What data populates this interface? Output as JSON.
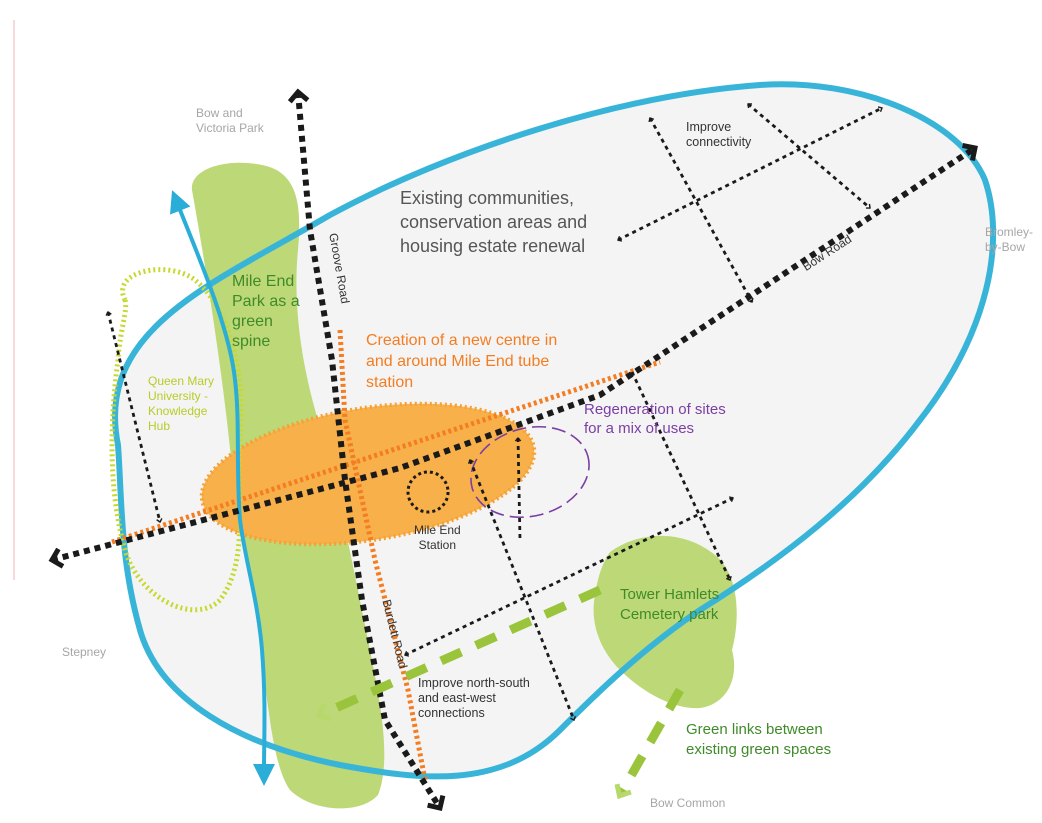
{
  "places": {
    "bow_victoria": "Bow and\nVictoria Park",
    "bromley": "Bromley-\nby-Bow",
    "stepney": "Stepney",
    "bow_common": "Bow Common"
  },
  "roads": {
    "groove": "Groove Road",
    "bow": "Bow Road",
    "burdett": "Burdett Road"
  },
  "labels": {
    "existing": "Existing communities,\nconservation areas and\nhousing estate renewal",
    "improve_connectivity": "Improve\nconnectivity",
    "mile_end_park": "Mile End\nPark as a\ngreen\nspine",
    "queen_mary": "Queen Mary\nUniversity -\nKnowledge\nHub",
    "new_centre": "Creation of a new centre in\nand around Mile End tube\nstation",
    "regeneration": "Regeneration of sites\nfor a mix of uses",
    "station": "Mile End\nStation",
    "tower_hamlets": "Tower Hamlets\nCemetery park",
    "improve_ns": "Improve north-south\nand east-west\nconnections",
    "green_links": "Green links between\nexisting green spaces"
  },
  "colors": {
    "study_area_outline": "#39b4d9",
    "study_area_fill": "#f4f4f5",
    "green_space": "#bdd877",
    "new_centre": "#f7b04a",
    "orange_route": "#f47d21",
    "university_outline": "#c7d82e",
    "regeneration_outline": "#7b3fa3",
    "roads": "#1a1a1a",
    "green_links": "#9ac43c"
  },
  "icons": {
    "arrow_heads": "chevron-arrow",
    "station": "dotted-circle"
  }
}
